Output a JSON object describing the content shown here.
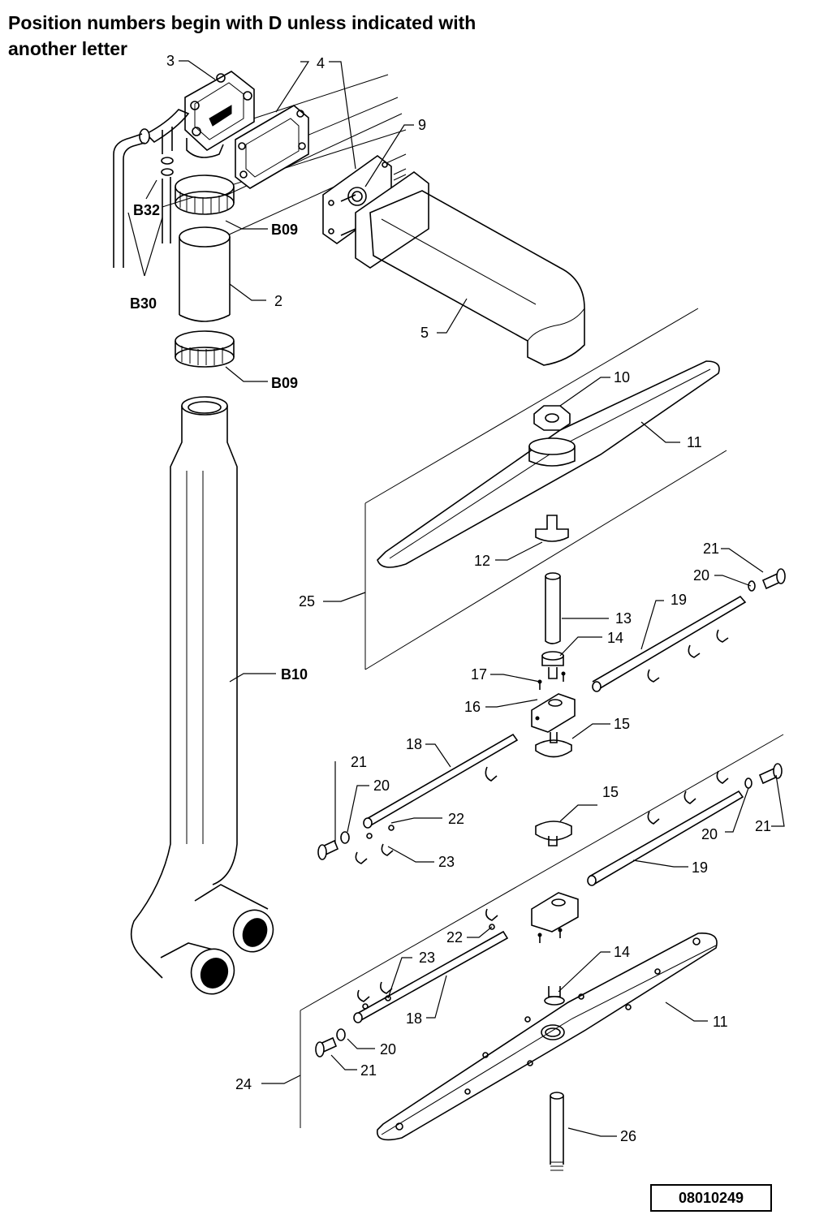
{
  "header": {
    "line1": "Position numbers begin with D unless indicated with",
    "line2": "another letter"
  },
  "drawing_number": "08010249",
  "callouts": {
    "c3": "3",
    "c4": "4",
    "c9": "9",
    "b32": "B32",
    "b09_top": "B09",
    "b30": "B30",
    "c2": "2",
    "c5": "5",
    "b09_bottom": "B09",
    "c10": "10",
    "c11_top": "11",
    "c12": "12",
    "c25": "25",
    "c21_top": "21",
    "c20_top": "20",
    "c13": "13",
    "c19_top": "19",
    "c14_top": "14",
    "c17": "17",
    "c16": "16",
    "c15_top": "15",
    "b10": "B10",
    "c18_top": "18",
    "c21_left": "21",
    "c20_left": "20",
    "c22_top": "22",
    "c23_top": "23",
    "c15_bottom": "15",
    "c20_right": "20",
    "c21_right": "21",
    "c19_bottom": "19",
    "c22_bottom": "22",
    "c23_bottom": "23",
    "c14_bottom": "14",
    "c18_bottom": "18",
    "c11_bottom": "11",
    "c20_bottom": "20",
    "c21_bottom": "21",
    "c24": "24",
    "c26": "26"
  }
}
